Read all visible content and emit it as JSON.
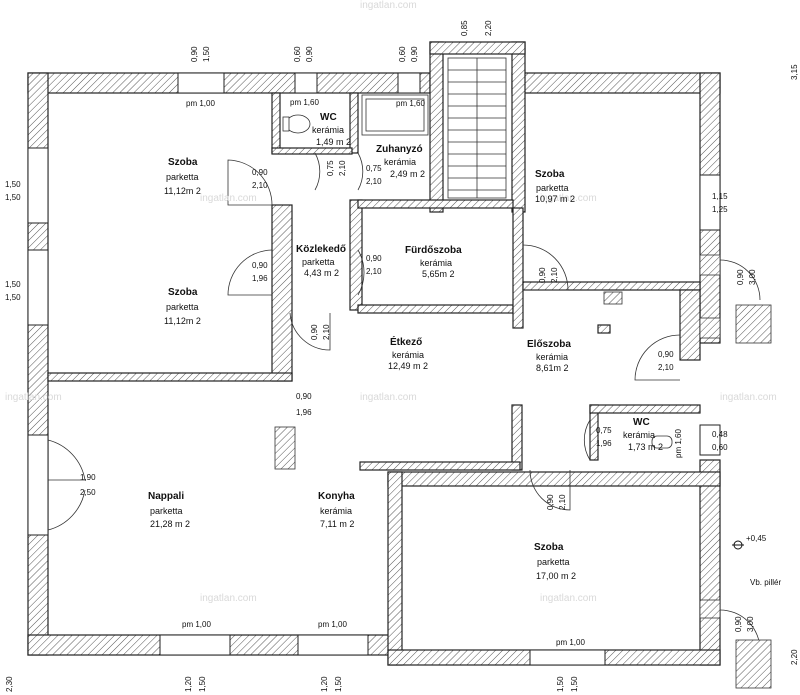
{
  "rooms": [
    {
      "id": "szoba1",
      "name": "Szoba",
      "floor": "parketta",
      "area": "11,12m 2"
    },
    {
      "id": "szoba2",
      "name": "Szoba",
      "floor": "parketta",
      "area": "11,12m 2"
    },
    {
      "id": "wc1",
      "name": "WC",
      "floor": "kerámia",
      "area": "1,49 m 2"
    },
    {
      "id": "zuhanyzo",
      "name": "Zuhanyzó",
      "floor": "kerámia",
      "area": "2,49 m 2"
    },
    {
      "id": "kozlekedo",
      "name": "Közlekedő",
      "floor": "parketta",
      "area": "4,43 m 2"
    },
    {
      "id": "furdoszoba",
      "name": "Fürdőszoba",
      "floor": "kerámia",
      "area": "5,65m 2"
    },
    {
      "id": "szoba3",
      "name": "Szoba",
      "floor": "parketta",
      "area": "10,97 m 2"
    },
    {
      "id": "etkezo",
      "name": "Étkező",
      "floor": "kerámia",
      "area": "12,49 m 2"
    },
    {
      "id": "eloszoba",
      "name": "Előszoba",
      "floor": "kerámia",
      "area": "8,61m 2"
    },
    {
      "id": "wc2",
      "name": "WC",
      "floor": "kerámia",
      "area": "1,73 m 2"
    },
    {
      "id": "nappali",
      "name": "Nappali",
      "floor": "parketta",
      "area": "21,28 m 2"
    },
    {
      "id": "konyha",
      "name": "Konyha",
      "floor": "kerámia",
      "area": "7,11 m 2"
    },
    {
      "id": "szoba4",
      "name": "Szoba",
      "floor": "parketta",
      "area": "17,00 m 2"
    }
  ],
  "dims": {
    "top_w1": "0,90",
    "top_h1": "1,50",
    "top_w2": "0,60",
    "top_h2": "0,90",
    "top_w3": "0,60",
    "top_h3": "0,90",
    "stair_w": "0,85",
    "stair_h": "2,20",
    "pm1": "pm 1,00",
    "pm2": "pm 1,60",
    "pm3": "pm 1,60",
    "l_w1": "1,50",
    "l_h1": "1,50",
    "l_w2": "1,50",
    "l_h2": "1,50",
    "d_szoba1_w": "0,90",
    "d_szoba1_h": "2,10",
    "d_wc_w": "0,75",
    "d_wc_h": "2,10",
    "d_zuh_w": "0,75",
    "d_zuh_h": "2,10",
    "d_szoba2_w": "0,90",
    "d_szoba2_h": "1,96",
    "d_furdo_w": "0,90",
    "d_furdo_h": "2,10",
    "d_koz_w": "0,90",
    "d_koz_h": "2,10",
    "d_szoba3_w": "0,90",
    "d_szoba3_h": "2,10",
    "r_win_w": "1,15",
    "r_win_h": "1,25",
    "ext_door_w": "0,90",
    "ext_door_h": "3,00",
    "elo_door_w": "0,90",
    "elo_door_h": "2,10",
    "open_w": "0,90",
    "open_h": "1,96",
    "wc2_door_w": "0,75",
    "wc2_door_h": "1,96",
    "wc2_pm": "pm 1,60",
    "wc2_win_w": "0,48",
    "wc2_win_h": "0,60",
    "nappali_door_w": "1,90",
    "nappali_door_h": "2,50",
    "szoba4_door_w": "0,90",
    "szoba4_door_h": "2,10",
    "level": "+0,45",
    "pillar": "Vb. pillér",
    "sw_door_w": "0,90",
    "sw_door_h": "3,00",
    "pm_b1": "pm 1,00",
    "pm_b2": "pm 1,00",
    "pm_b3": "pm 1,00",
    "b_w1": "1,20",
    "b_h1": "1,50",
    "b_w2": "1,20",
    "b_h2": "1,50",
    "b_w3": "1,50",
    "b_h3": "1,50",
    "edge1": "3,15",
    "edge2": "2,30",
    "edge3": "2,20"
  },
  "watermark": "ingatlan.com"
}
